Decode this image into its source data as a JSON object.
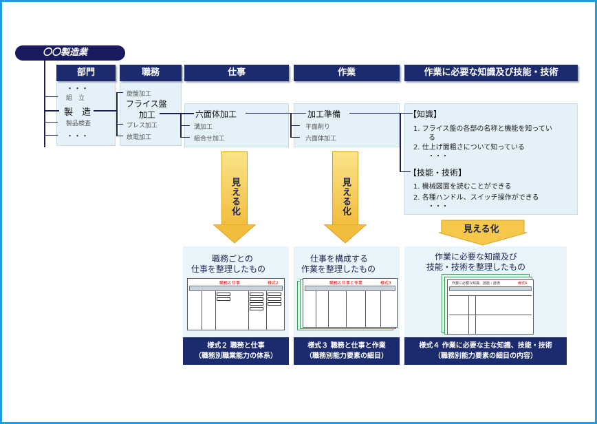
{
  "title": "〇〇製造業",
  "headers": {
    "dept": "部門",
    "job": "職務",
    "work": "仕事",
    "task": "作業",
    "knowledge": "作業に必要な知識及び技能・技術"
  },
  "departments": {
    "dots_top": "・・・",
    "assembly": "組　立",
    "manufacturing": "製　造",
    "inspection": "製品検査",
    "dots_bottom": "・・・"
  },
  "jobs": {
    "lathe": "旋盤加工",
    "milling_line1": "フライス盤",
    "milling_line2": "加工",
    "press": "プレス加工",
    "edm": "放電加工"
  },
  "work": {
    "hexahedron": "六面体加工",
    "groove": "溝加工",
    "combination": "組合せ加工"
  },
  "tasks": {
    "prep": "加工準備",
    "flat": "平面削り",
    "hexa": "六面体加工"
  },
  "knowledge": {
    "heading": "【知識】",
    "item1_line1": "1. フライス盤の各部の名称と機能を知ってい",
    "item1_line2": "る",
    "item2": "2. 仕上げ面粗さについて知っている",
    "dots": "・・・",
    "skills_heading": "【技能・技術】",
    "skill1": "1. 機械図面を読むことができる",
    "skill2": "2. 各種ハンドル、スイッチ操作ができる",
    "skill_dots": "・・・"
  },
  "arrows": {
    "visualize": "見える化"
  },
  "cards": [
    {
      "title_line1": "職務ごとの",
      "title_line2": "仕事を整理したもの",
      "footer_line1": "様式２ 職務と仕事",
      "footer_line2": "（職務別職業能力の体系）",
      "sheet_title": "職務と仕事",
      "sheet_tag": "様式2"
    },
    {
      "title_line1": "仕事を構成する",
      "title_line2": "作業を整理したもの",
      "footer_line1": "様式３ 職務と仕事と作業",
      "footer_line2": "（職務別能力要素の細目）",
      "sheet_title": "職務と仕事と作業",
      "sheet_tag": "様式3"
    },
    {
      "title_line1": "作業に必要な知識及び",
      "title_line2": "技能・技術を整理したもの",
      "footer_line1": "様式４ 作業に必要な主な知識、技能・技術",
      "footer_line2": "（職務別能力要素の細目の内容）",
      "sheet_title": "作業に必要な知識、技能・技術",
      "sheet_tag": "様式4"
    }
  ]
}
